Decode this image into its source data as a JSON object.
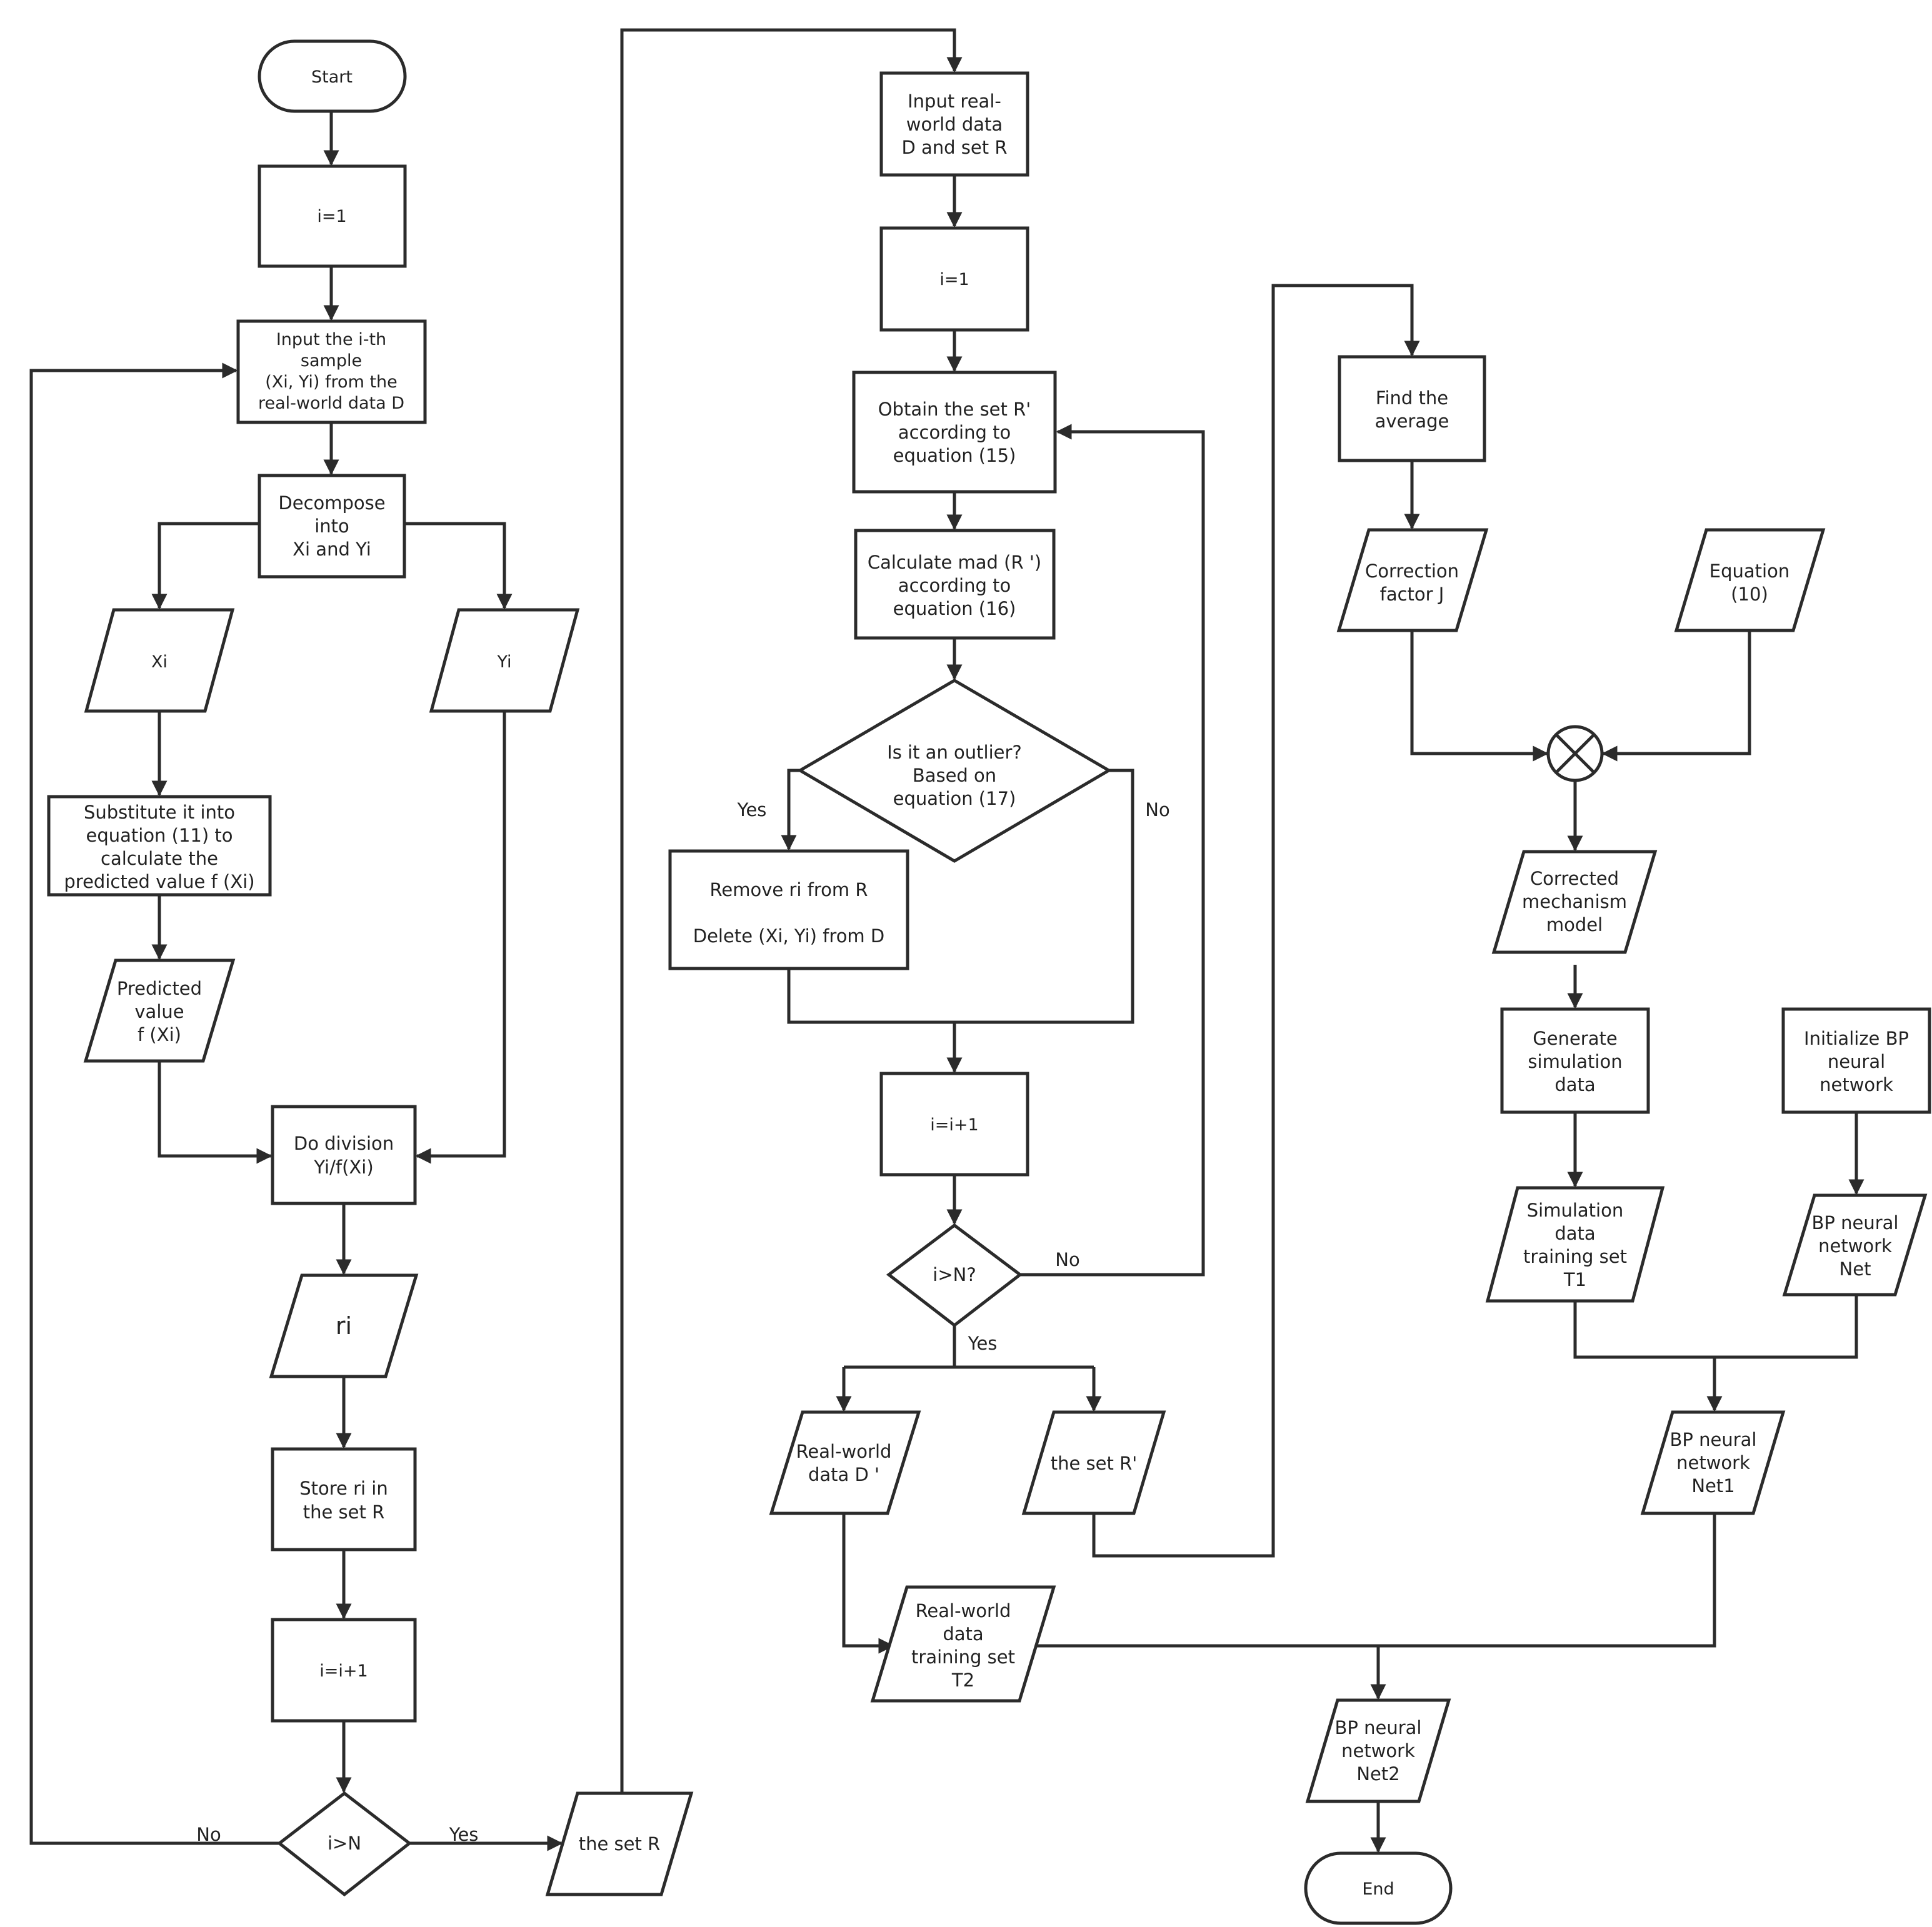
{
  "nodes": {
    "start": [
      "Start"
    ],
    "init1": [
      "i=1"
    ],
    "input_sample": [
      "Input the i-th",
      "sample",
      "(Xi, Yi) from the",
      "real-world data D"
    ],
    "decompose": [
      "Decompose",
      "into",
      "Xi and Yi"
    ],
    "xi": [
      "Xi"
    ],
    "yi": [
      "Yi"
    ],
    "substitute": [
      "Substitute it into",
      "equation (11) to",
      "calculate the",
      "predicted value f (Xi)"
    ],
    "predicted": [
      "Predicted",
      "value",
      "f (Xi)"
    ],
    "division": [
      "Do division",
      "Yi/f(Xi)"
    ],
    "ri": [
      "ri"
    ],
    "store": [
      "Store ri in",
      "the set R"
    ],
    "inc1": [
      "i=i+1"
    ],
    "check1": [
      "i>N"
    ],
    "set_r": [
      "the set R"
    ],
    "input_real": [
      "Input real-",
      "world data",
      "D and set R"
    ],
    "init2": [
      "i=1"
    ],
    "obtain": [
      "Obtain the set R'",
      "according to",
      "equation (15)"
    ],
    "mad": [
      "Calculate mad (R ')",
      "according to",
      "equation (16)"
    ],
    "outlier": [
      "Is it an outlier?",
      "Based on",
      "equation (17)"
    ],
    "remove": [
      "Remove ri from R",
      "",
      "Delete (Xi, Yi) from D"
    ],
    "inc2": [
      "i=i+1"
    ],
    "check2": [
      "i>N?"
    ],
    "data_d2": [
      "Real-world",
      "data D '"
    ],
    "set_r2": [
      "the set R'"
    ],
    "train_t2": [
      "Real-world",
      "data",
      "training set",
      "T2"
    ],
    "average": [
      "Find the",
      "average"
    ],
    "corr_factor": [
      "Correction",
      "factor J"
    ],
    "equation10": [
      "Equation",
      "(10)"
    ],
    "corrected": [
      "Corrected",
      "mechanism",
      "model"
    ],
    "gen_sim": [
      "Generate",
      "simulation",
      "data"
    ],
    "init_bp": [
      "Initialize BP",
      "neural",
      "network"
    ],
    "sim_t1": [
      "Simulation",
      "data",
      "training set",
      "T1"
    ],
    "bp_net": [
      "BP neural",
      "network",
      "Net"
    ],
    "bp_net1": [
      "BP neural",
      "network",
      "Net1"
    ],
    "bp_net2": [
      "BP neural",
      "network",
      "Net2"
    ],
    "end": [
      "End"
    ]
  },
  "edge_labels": {
    "check1_no": "No",
    "check1_yes": "Yes",
    "outlier_yes": "Yes",
    "outlier_no": "No",
    "check2_no": "No",
    "check2_yes": "Yes"
  },
  "colors": {
    "stroke": "#2b2b2b",
    "fill": "#ffffff",
    "text": "#222222"
  }
}
